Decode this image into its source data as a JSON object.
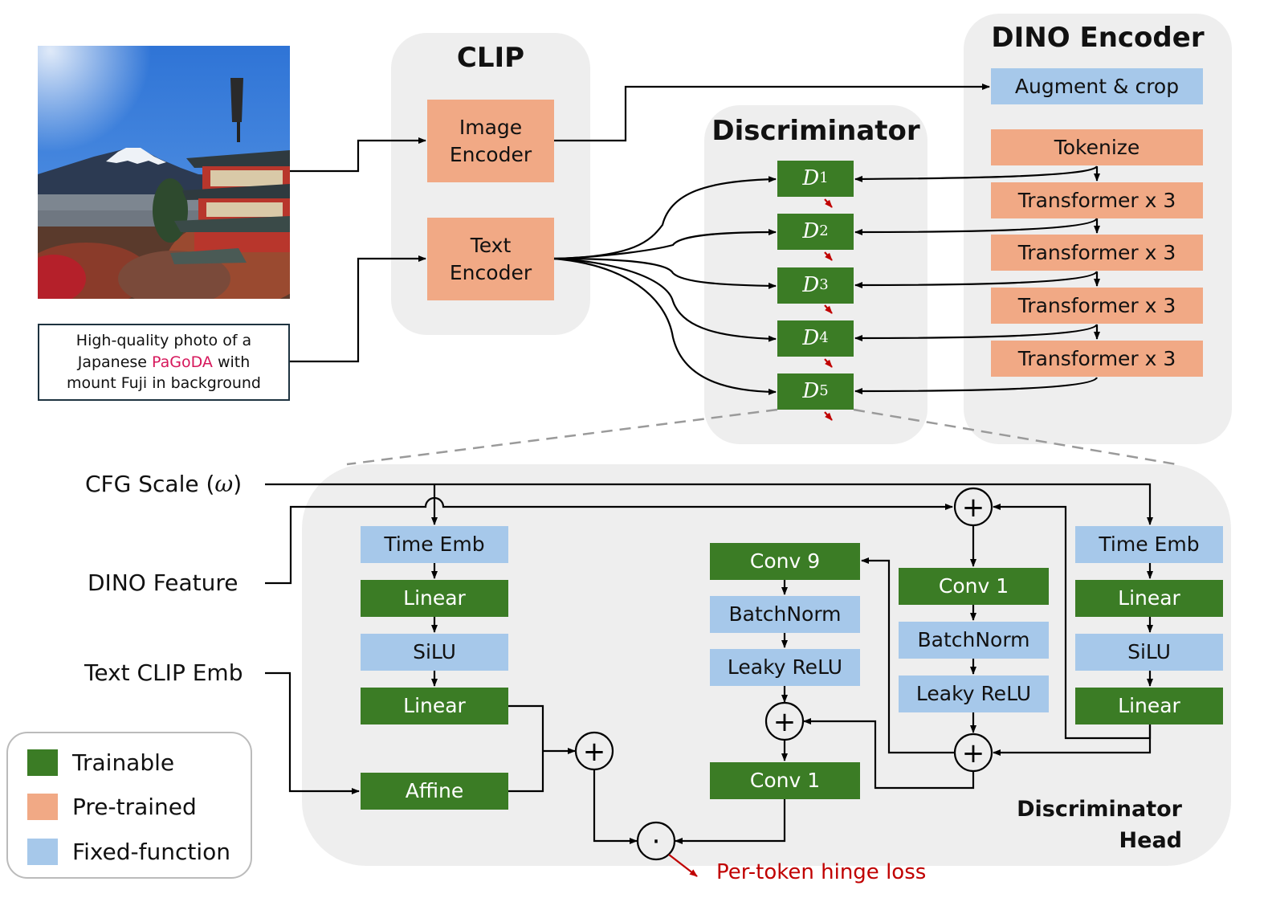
{
  "input": {
    "photo_alt": "Photo of a Japanese pagoda with snow-capped Mount Fuji in the background",
    "prompt": {
      "before": "High-quality photo of a Japanese ",
      "highlight": "PaGoDA",
      "after": " with mount Fuji in background"
    }
  },
  "clip": {
    "title": "CLIP",
    "image_encoder": "Image Encoder",
    "text_encoder": "Text Encoder"
  },
  "discriminator": {
    "title": "Discriminator",
    "heads": [
      {
        "letter": "D",
        "index": "1"
      },
      {
        "letter": "D",
        "index": "2"
      },
      {
        "letter": "D",
        "index": "3"
      },
      {
        "letter": "D",
        "index": "4"
      },
      {
        "letter": "D",
        "index": "5"
      }
    ]
  },
  "dino": {
    "title": "DINO Encoder",
    "augment": "Augment & crop",
    "tokenize": "Tokenize",
    "transformers": [
      "Transformer x 3",
      "Transformer x 3",
      "Transformer x 3",
      "Transformer x 3"
    ]
  },
  "head": {
    "title_line1": "Discriminator",
    "title_line2": "Head",
    "inputs": {
      "cfg": "CFG Scale (",
      "cfg_symbol": "ω",
      "cfg_close": ")",
      "dino": "DINO Feature",
      "text": "Text CLIP Emb"
    },
    "left_column": [
      "Time Emb",
      "Linear",
      "SiLU",
      "Linear"
    ],
    "affine": "Affine",
    "conv9_column": [
      "Conv 9",
      "BatchNorm",
      "Leaky ReLU"
    ],
    "conv1_out": "Conv 1",
    "conv1_column": [
      "Conv 1",
      "BatchNorm",
      "Leaky ReLU"
    ],
    "right_column": [
      "Time Emb",
      "Linear",
      "SiLU",
      "Linear"
    ],
    "plus_symbol": "+",
    "dot_symbol": "·",
    "loss": "Per-token hinge loss"
  },
  "legend": {
    "items": [
      {
        "label": "Trainable",
        "color": "#3b7c25"
      },
      {
        "label": "Pre-trained",
        "color": "#f1a985"
      },
      {
        "label": "Fixed-function",
        "color": "#a6c8ea"
      }
    ]
  },
  "colors": {
    "trainable": "#3b7c25",
    "pretrained": "#f1a985",
    "fixed": "#a6c8ea",
    "panel": "#eeeeee",
    "loss": "#c00000",
    "highlight": "#d6175b"
  }
}
